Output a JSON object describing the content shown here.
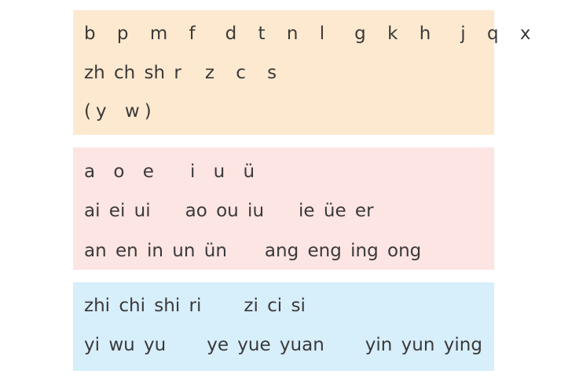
{
  "initials": {
    "row1": [
      "b p m f",
      "d t n l",
      "g k h",
      "j q x"
    ],
    "row2": [
      "zh ch sh r",
      "z c s"
    ],
    "row3": [
      "(y w)"
    ]
  },
  "finals": {
    "row1": [
      "a o e",
      "i u ü"
    ],
    "row2": [
      "ai ei ui",
      "ao ou iu",
      "ie üe er"
    ],
    "row3": [
      "an en in un ün",
      "ang eng ing ong"
    ]
  },
  "whole_syllables": {
    "row1": [
      "zhi chi shi ri",
      "zi ci si"
    ],
    "row2": [
      "yi wu yu",
      "ye yue yuan",
      "yin yun ying"
    ]
  },
  "colors": {
    "initials_bg": "#fde9cf",
    "finals_bg": "#fce5e2",
    "whole_bg": "#d7eefb",
    "text": "#3a3a3a"
  }
}
